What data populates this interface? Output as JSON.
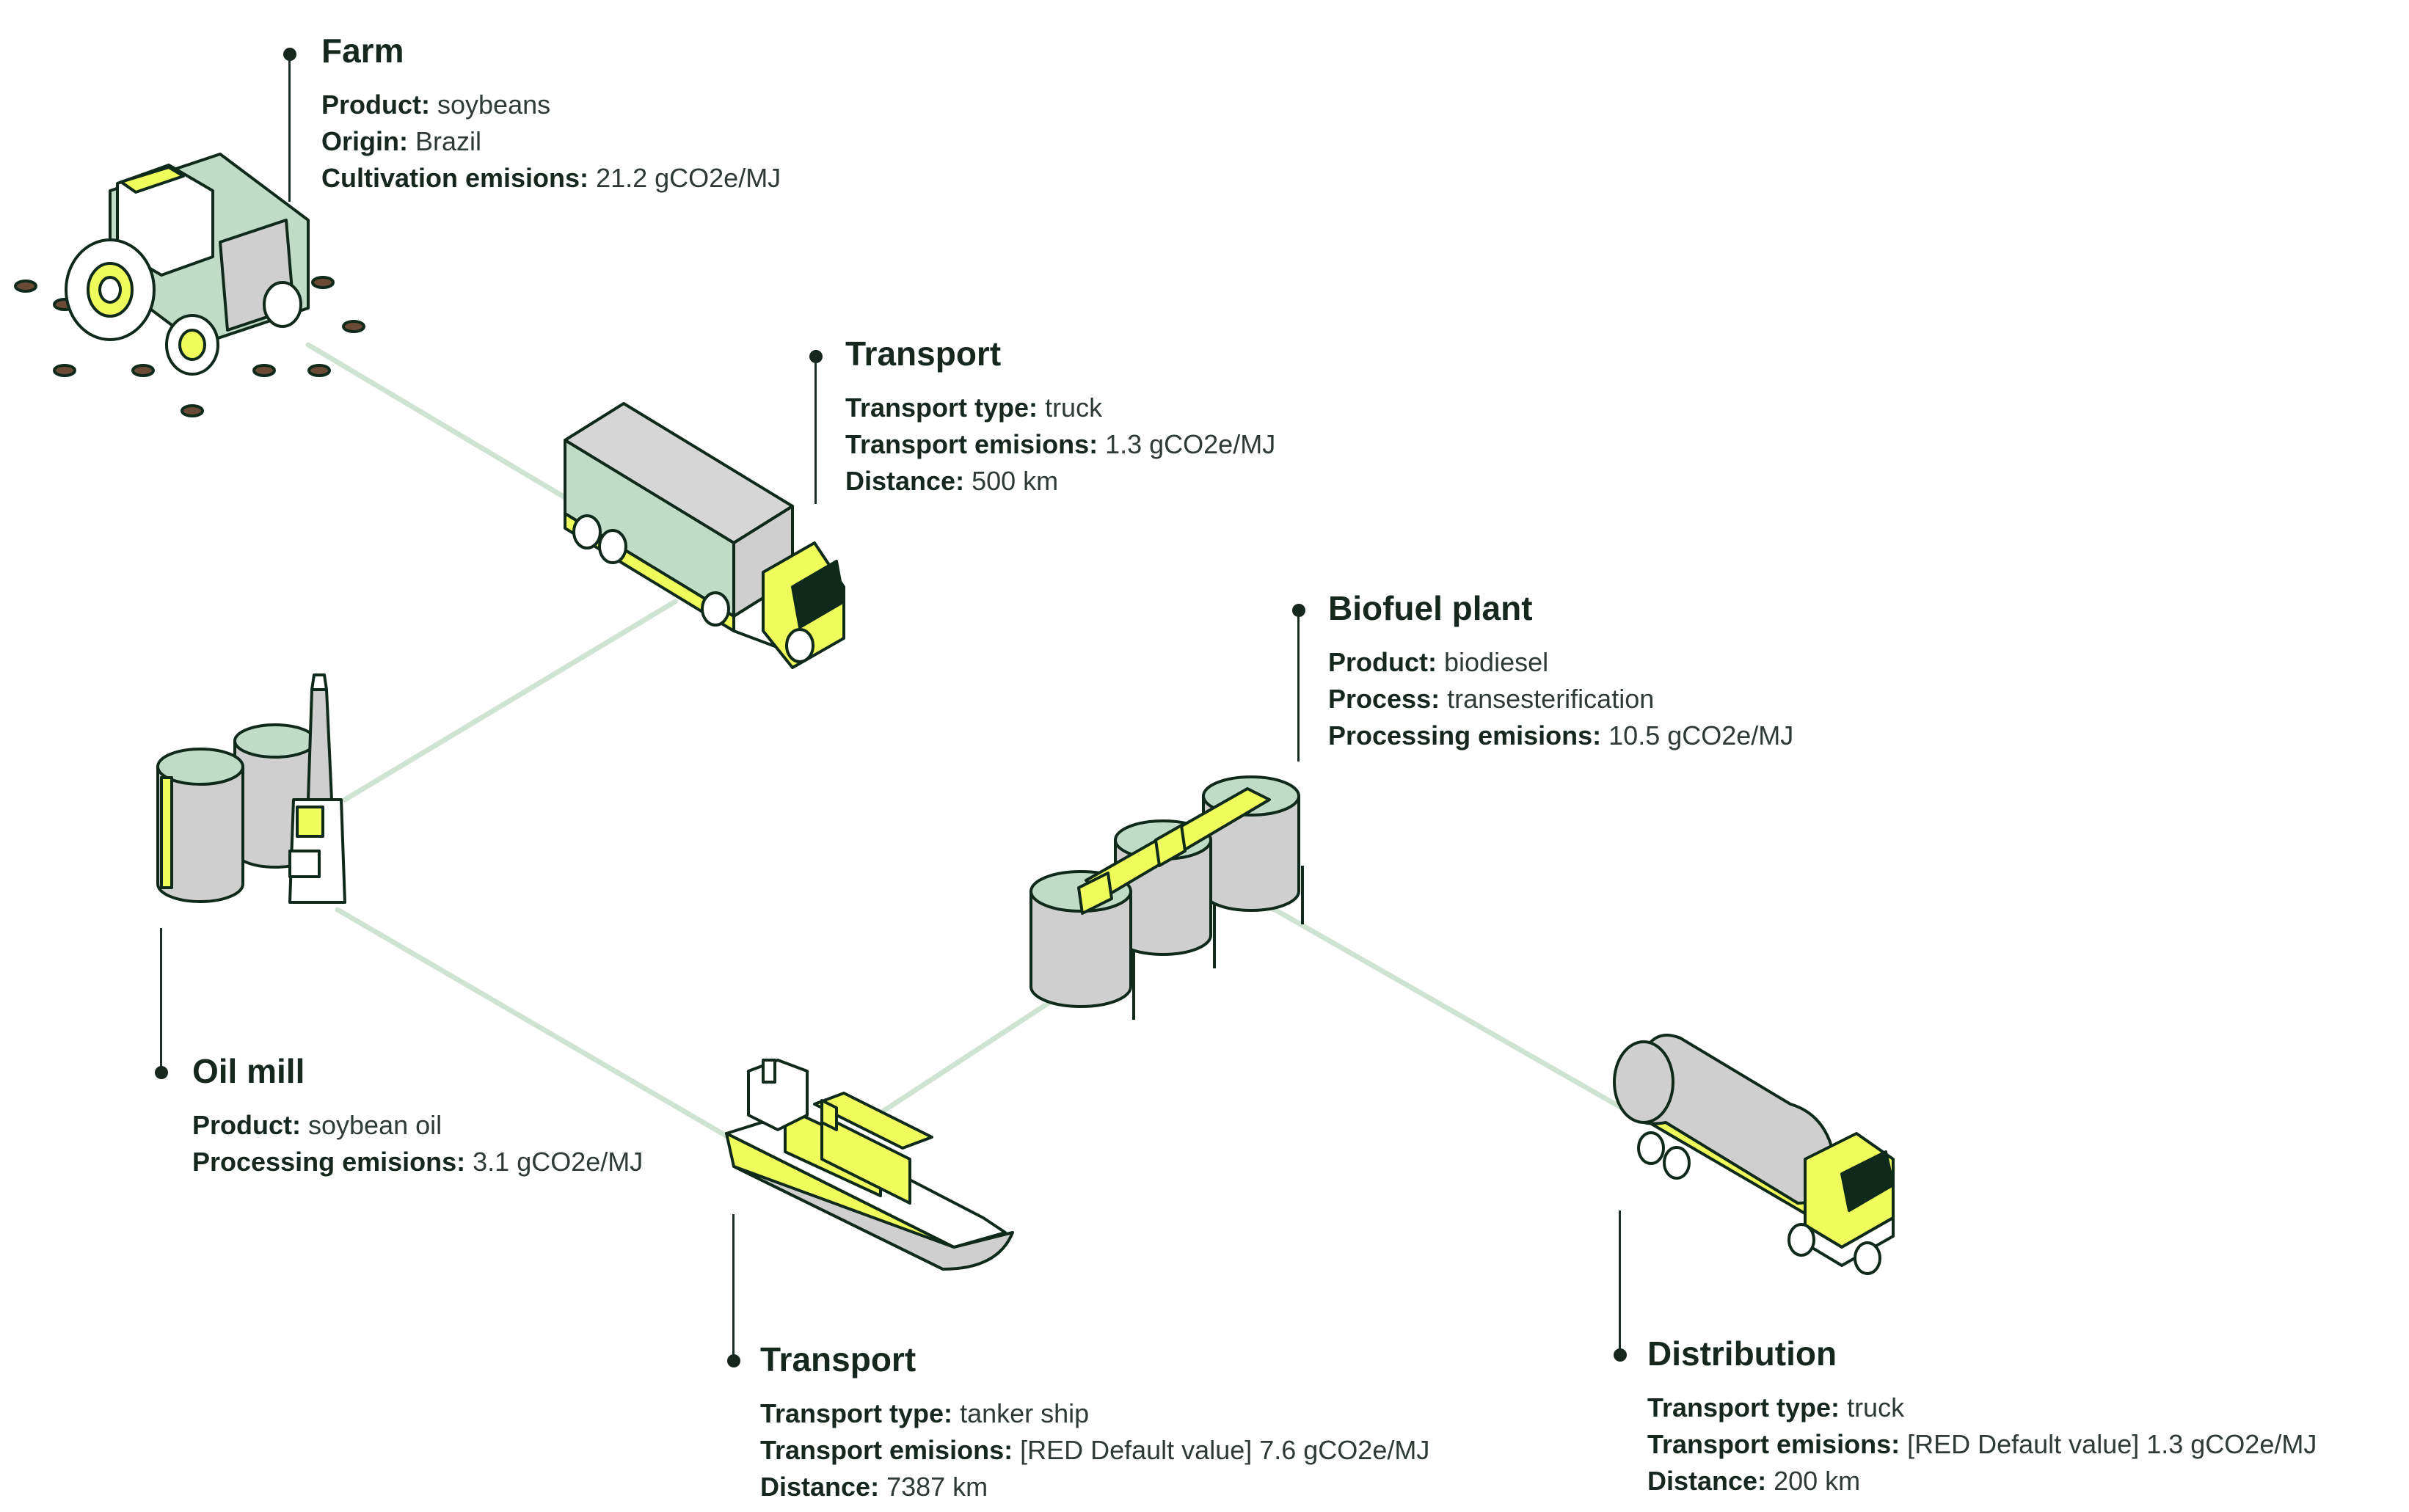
{
  "colors": {
    "connector": "#cfe3d3",
    "accent": "#eefc5c",
    "mint": "#bfddc6",
    "grey": "#cfcfcf",
    "outline": "#0f2a1a"
  },
  "stages": {
    "farm": {
      "title": "Farm",
      "icon": "tractor-field-icon",
      "rows": [
        {
          "label": "Product:",
          "value": "soybeans"
        },
        {
          "label": "Origin:",
          "value": "Brazil"
        },
        {
          "label": "Cultivation emisions:",
          "value": "21.2 gCO2e/MJ"
        }
      ]
    },
    "transport1": {
      "title": "Transport",
      "icon": "container-truck-icon",
      "rows": [
        {
          "label": "Transport type:",
          "value": "truck"
        },
        {
          "label": "Transport emisions:",
          "value": "1.3 gCO2e/MJ"
        },
        {
          "label": "Distance:",
          "value": "500 km"
        }
      ]
    },
    "oilmill": {
      "title": "Oil mill",
      "icon": "oil-mill-icon",
      "rows": [
        {
          "label": "Product:",
          "value": "soybean oil"
        },
        {
          "label": "Processing emisions:",
          "value": "3.1 gCO2e/MJ"
        }
      ]
    },
    "transport2": {
      "title": "Transport",
      "icon": "cargo-ship-icon",
      "rows": [
        {
          "label": "Transport type:",
          "value": "tanker ship"
        },
        {
          "label": "Transport emisions:",
          "value": "[RED Default value] 7.6 gCO2e/MJ"
        },
        {
          "label": "Distance:",
          "value": "7387 km"
        }
      ]
    },
    "biofuel": {
      "title": "Biofuel plant",
      "icon": "storage-tanks-icon",
      "rows": [
        {
          "label": "Product:",
          "value": "biodiesel"
        },
        {
          "label": "Process:",
          "value": "transesterification"
        },
        {
          "label": "Processing emisions:",
          "value": "10.5 gCO2e/MJ"
        }
      ]
    },
    "distribution": {
      "title": "Distribution",
      "icon": "tanker-truck-icon",
      "rows": [
        {
          "label": "Transport type:",
          "value": "truck"
        },
        {
          "label": "Transport emisions:",
          "value": "[RED Default value] 1.3 gCO2e/MJ"
        },
        {
          "label": "Distance:",
          "value": "200 km"
        }
      ]
    }
  }
}
